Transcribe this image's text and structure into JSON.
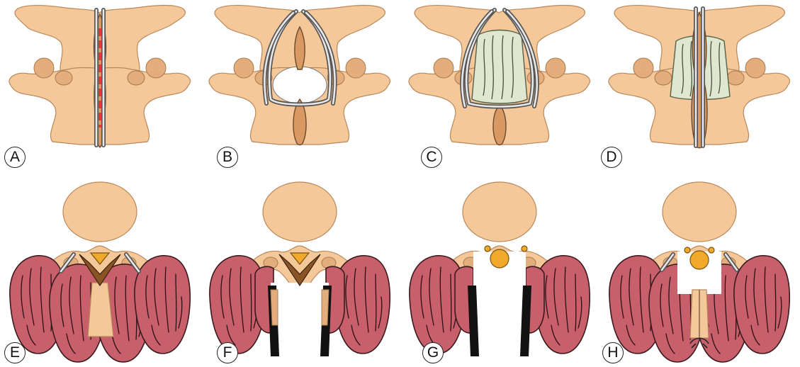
{
  "panels": {
    "A": {
      "label": "A"
    },
    "B": {
      "label": "B"
    },
    "C": {
      "label": "C"
    },
    "D": {
      "label": "D"
    },
    "E": {
      "label": "E"
    },
    "F": {
      "label": "F"
    },
    "G": {
      "label": "G"
    },
    "H": {
      "label": "H"
    }
  },
  "colors": {
    "bone": "#f5c89a",
    "spinous_process": "#d89a62",
    "muscle": "#c8606c",
    "dura": "#dfe7cf",
    "spinal_cord": "#f0a92a",
    "ligamentum_flavum": "#8a5426",
    "incision_line": "#e03030",
    "retractor": "#111111"
  }
}
